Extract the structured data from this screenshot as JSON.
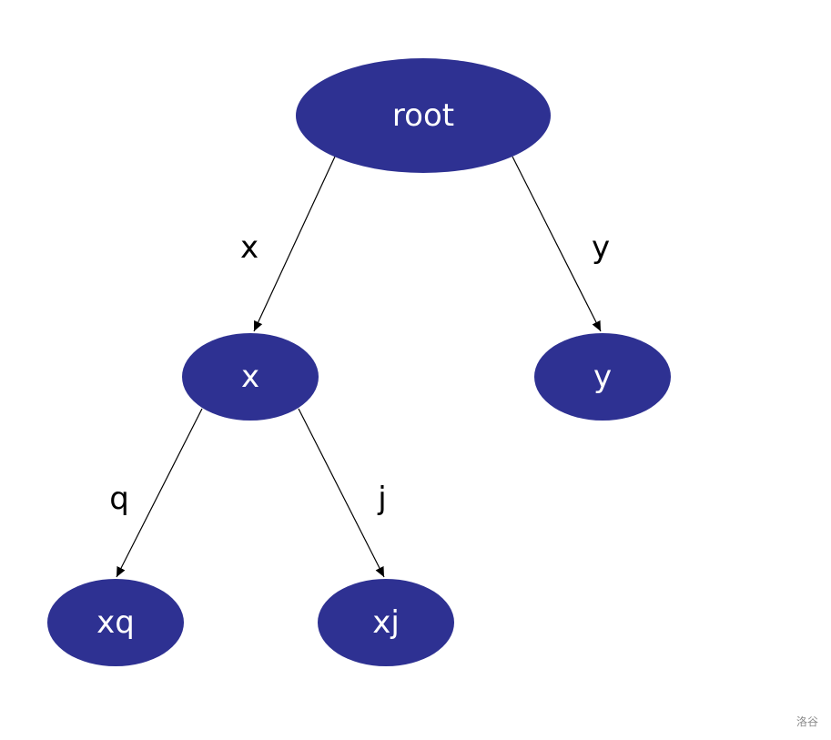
{
  "diagram": {
    "node_color": "#2e3192",
    "nodes": [
      {
        "id": "root",
        "label": "root"
      },
      {
        "id": "x",
        "label": "x"
      },
      {
        "id": "y",
        "label": "y"
      },
      {
        "id": "xq",
        "label": "xq"
      },
      {
        "id": "xj",
        "label": "xj"
      }
    ],
    "edges": [
      {
        "from": "root",
        "to": "x",
        "label": "x"
      },
      {
        "from": "root",
        "to": "y",
        "label": "y"
      },
      {
        "from": "x",
        "to": "xq",
        "label": "q"
      },
      {
        "from": "x",
        "to": "xj",
        "label": "j"
      }
    ]
  },
  "watermark": "洛谷"
}
